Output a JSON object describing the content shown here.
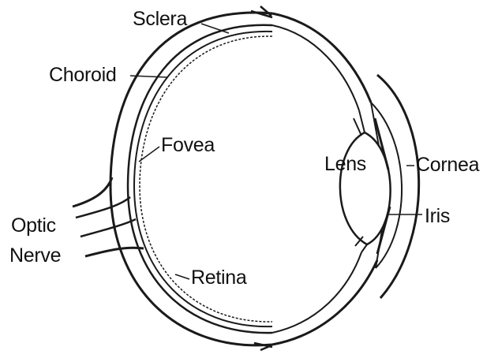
{
  "labels": {
    "sclera": "Sclera",
    "choroid": "Choroid",
    "fovea": "Fovea",
    "lens": "Lens",
    "cornea": "Cornea",
    "iris": "Iris",
    "optic": "Optic",
    "nerve": "Nerve",
    "retina": "Retina"
  },
  "colors": {
    "ink": "#1a1a1a",
    "background": "#ffffff"
  }
}
